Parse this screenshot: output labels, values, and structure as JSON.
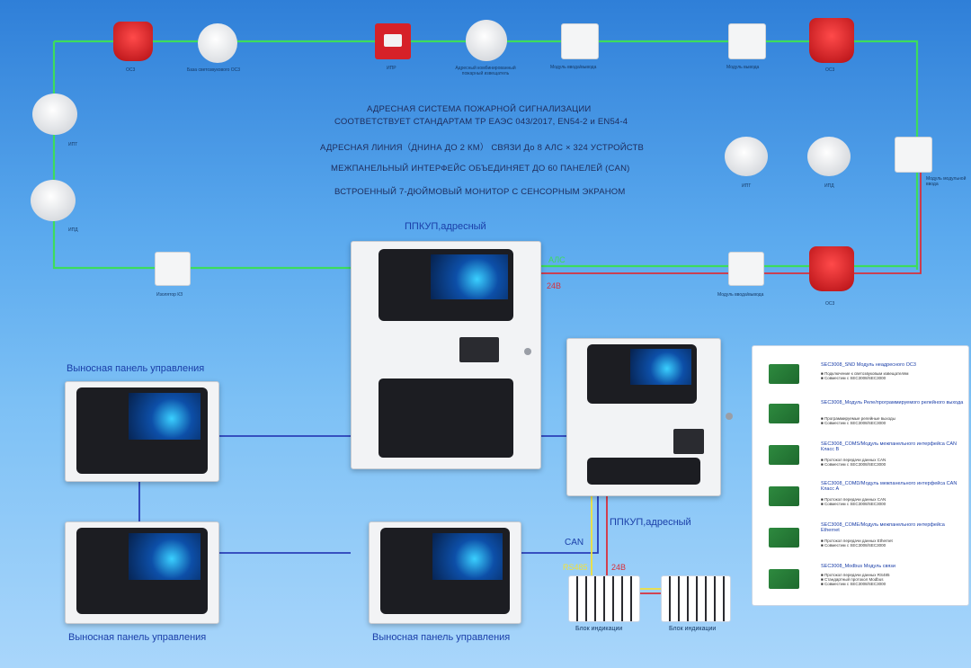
{
  "top_devices": [
    {
      "id": "oc3_1",
      "label": "ОС3"
    },
    {
      "id": "oc3_base",
      "label": "База светозвукового ОС3"
    },
    {
      "id": "ipr",
      "label": "ИПР"
    },
    {
      "id": "combined",
      "label": "Адресный комбинированный пожарный извещатель"
    },
    {
      "id": "io_module",
      "label": "Модуль ввода/вывода"
    },
    {
      "id": "output_module",
      "label": "Модуль вывода"
    },
    {
      "id": "oc3_2",
      "label": "ОС3"
    }
  ],
  "left_devices": [
    {
      "id": "ipt",
      "label": "ИПТ"
    },
    {
      "id": "ipd",
      "label": "ИПД"
    },
    {
      "id": "isolator",
      "label": "Изолятор КЗ"
    }
  ],
  "right_devices": [
    {
      "id": "ipt_r",
      "label": "ИПТ"
    },
    {
      "id": "ipd_r",
      "label": "ИПД"
    },
    {
      "id": "input_module",
      "label": "Модуль модульной ввода"
    },
    {
      "id": "io_module_r",
      "label": "Модуль ввода/вывода"
    },
    {
      "id": "oc3_r",
      "label": "ОС3"
    }
  ],
  "headlines": {
    "line1": "АДРЕСНАЯ СИСТЕМА ПОЖАРНОЙ СИГНАЛИЗАЦИИ",
    "line2": "СООТВЕТСТВУЕТ СТАНДАРТАМ ТР ЕАЭС 043/2017, EN54-2 и EN54-4",
    "line3": "АДРЕСНАЯ ЛИНИЯ（ДНИНА ДО 2 КМ） СВЯЗИ До 8 АЛС × 324 УСТРОЙСТВ",
    "line4": "МЕЖПАНЕЛЬНЫЙ ИНТЕРФЕЙС ОБЪЕДИНЯЕТ ДО 60 ПАНЕЛЕЙ (CAN)",
    "line5": "ВСТРОЕННЫЙ 7-ДЮЙМОВЫЙ МОНИТОР С СЕНСОРНЫМ ЭКРАНОМ"
  },
  "main_panel_title": "ППКУП,адресный",
  "second_panel_title": "ППКУП,адресный",
  "line_labels": {
    "als": "АЛС",
    "v24": "24В",
    "can": "CAN",
    "rs485": "RS485",
    "v24b": "24В"
  },
  "remote_panels": [
    {
      "label": "Выносная панель управления"
    },
    {
      "label": "Выносная панель управления"
    },
    {
      "label": "Выносная панель управления"
    }
  ],
  "indicator_blocks": [
    {
      "label": "Блок индикации"
    },
    {
      "label": "Блок индикации"
    }
  ],
  "modules": [
    {
      "title": "SEC3008_SND Модуль неадресного ОС3",
      "desc": "■ Подключение к светозвуковым извещателям\n■ Совместим с SEC3008/SEC3000"
    },
    {
      "title": "SEC3008_Модуль Реле/программируемого релейного выхода",
      "desc": "■ Программируемые релейные выходы\n■ Совместим с SEC3008/SEC3000"
    },
    {
      "title": "SEC3008_COMS/Модуль межпанельного интерфейса CAN Класс B",
      "desc": "■ Протокол передачи данных CAN\n■ Совместим с SEC3008/SEC3000"
    },
    {
      "title": "SEC3008_COMD/Модуль межпанельного интерфейса CAN Класс A",
      "desc": "■ Протокол передачи данных CAN\n■ Совместим с SEC3008/SEC3000"
    },
    {
      "title": "SEC3008_COME/Модуль межпанельного интерфейса Ethernet",
      "desc": "■ Протокол передачи данных Ethernet\n■ Совместим с SEC3008/SEC3000"
    },
    {
      "title": "SEC3008_Modbus Модуль связи",
      "desc": "■ Протокол передачи данных RS485\n■ Стандартный протокол Modbus\n■ Совместим с SEC3008/SEC3000"
    }
  ],
  "colors": {
    "als_line": "#3ddc5c",
    "power_line": "#d8303c",
    "can_line": "#2a3fb8",
    "rs485_line": "#f2e13a"
  }
}
